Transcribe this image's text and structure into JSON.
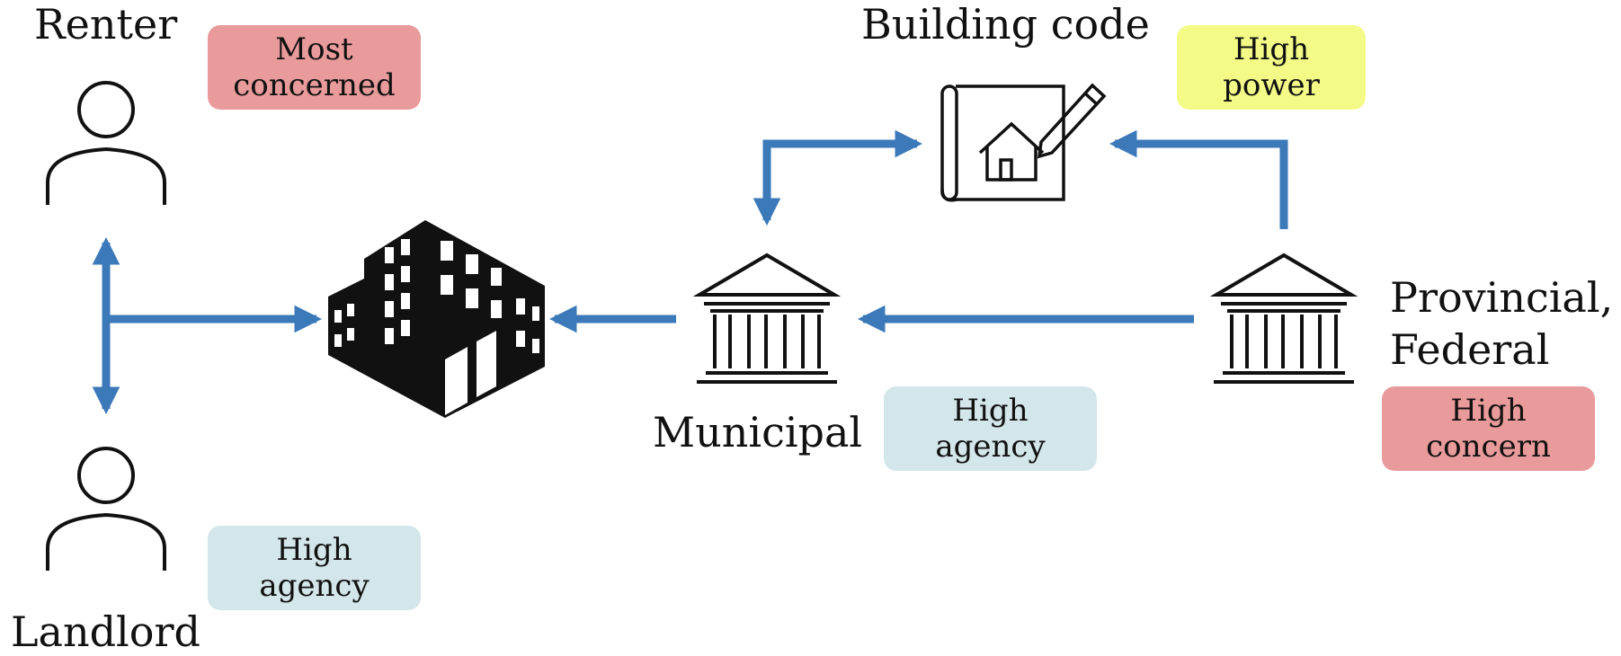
{
  "labels": {
    "renter": "Renter",
    "landlord": "Landlord",
    "building_code": "Building code",
    "municipal": "Municipal",
    "provincial_line1": "Provincial,",
    "provincial_line2": "Federal"
  },
  "badges": {
    "renter": {
      "line1": "Most",
      "line2": "concerned",
      "color": "pink"
    },
    "landlord": {
      "line1": "High",
      "line2": "agency",
      "color": "blue"
    },
    "building_code": {
      "line1": "High",
      "line2": "power",
      "color": "yellow"
    },
    "municipal": {
      "line1": "High",
      "line2": "agency",
      "color": "blue"
    },
    "provincial": {
      "line1": "High",
      "line2": "concern",
      "color": "pink"
    }
  },
  "colors": {
    "arrow": "#3b79b9",
    "pink": "#e99a9a",
    "blue": "#d3e6ea",
    "yellow": "#f3fb86"
  },
  "icons": [
    "person-icon",
    "person-icon",
    "apartment-building-icon",
    "blueprint-pencil-icon",
    "government-building-icon",
    "government-building-icon"
  ]
}
